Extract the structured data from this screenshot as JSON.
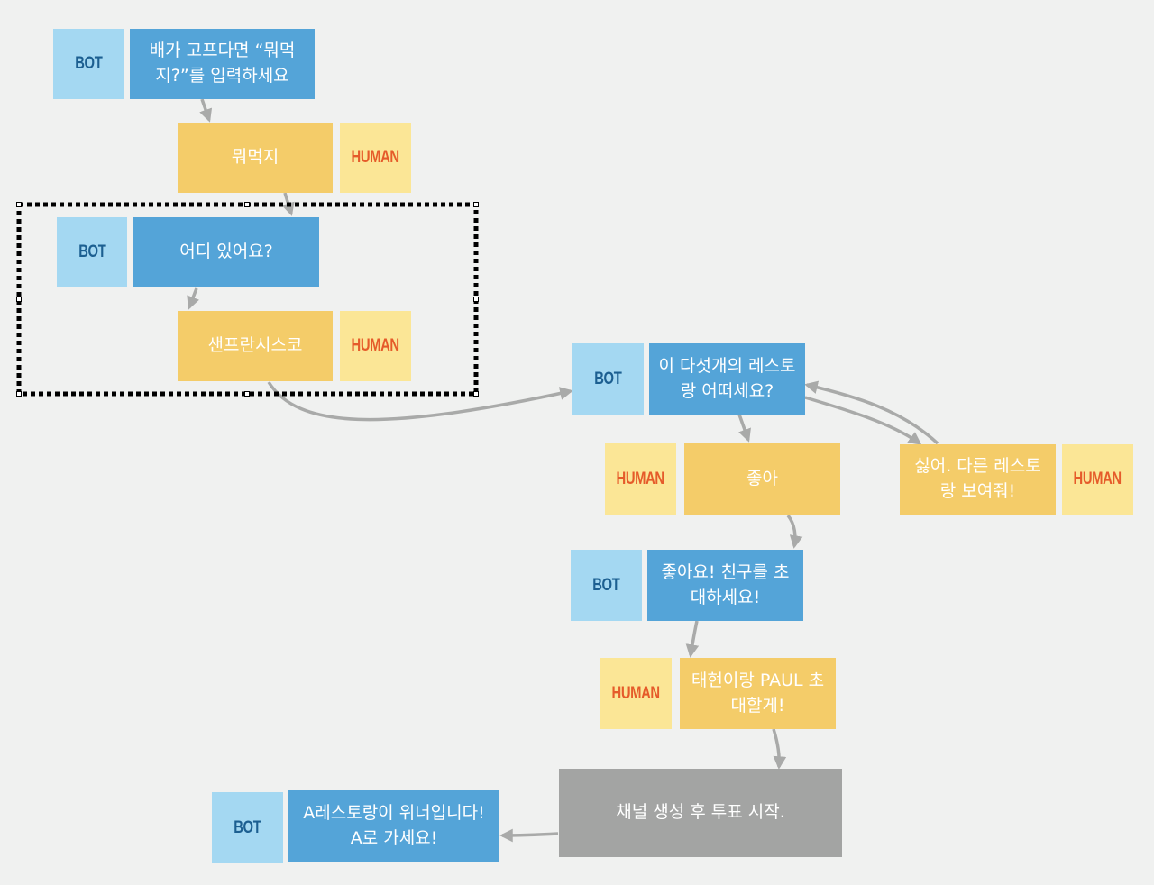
{
  "labels": {
    "bot": "BOT",
    "human": "HUMAN"
  },
  "colors": {
    "background": "#f0f1f0",
    "bot_tag": "#a4d8f2",
    "bot_message": "#54a4d8",
    "human_tag": "#fbe696",
    "human_message": "#f4cc69",
    "system_step": "#a3a4a3",
    "arrow": "#a9aaa9"
  },
  "nodes": {
    "n1": {
      "role": "bot",
      "text": "배가 고프다면 “뭐먹지?”를 입력하세요"
    },
    "n2": {
      "role": "human",
      "text": "뭐먹지"
    },
    "n3": {
      "role": "bot",
      "text": "어디 있어요?"
    },
    "n4": {
      "role": "human",
      "text": "샌프란시스코"
    },
    "n5": {
      "role": "bot",
      "text": "이 다섯개의 레스토랑 어떠세요?"
    },
    "n6": {
      "role": "human",
      "text": "좋아"
    },
    "n7": {
      "role": "human",
      "text": "싫어. 다른 레스토랑 보여줘!"
    },
    "n8": {
      "role": "bot",
      "text": "좋아요! 친구를 초대하세요!"
    },
    "n9": {
      "role": "human",
      "text": "태현이랑 PAUL 초대할게!"
    },
    "n10": {
      "role": "system",
      "text": "채널 생성 후 투표 시작."
    },
    "n11": {
      "role": "bot",
      "text": "A레스토랑이 위너입니다! A로 가세요!"
    }
  },
  "edges": [
    {
      "from": "n1",
      "to": "n2"
    },
    {
      "from": "n2",
      "to": "n3"
    },
    {
      "from": "n3",
      "to": "n4"
    },
    {
      "from": "n4",
      "to": "n5"
    },
    {
      "from": "n5",
      "to": "n6"
    },
    {
      "from": "n5",
      "to": "n7"
    },
    {
      "from": "n7",
      "to": "n5"
    },
    {
      "from": "n6",
      "to": "n8"
    },
    {
      "from": "n8",
      "to": "n9"
    },
    {
      "from": "n9",
      "to": "n10"
    },
    {
      "from": "n10",
      "to": "n11"
    }
  ]
}
